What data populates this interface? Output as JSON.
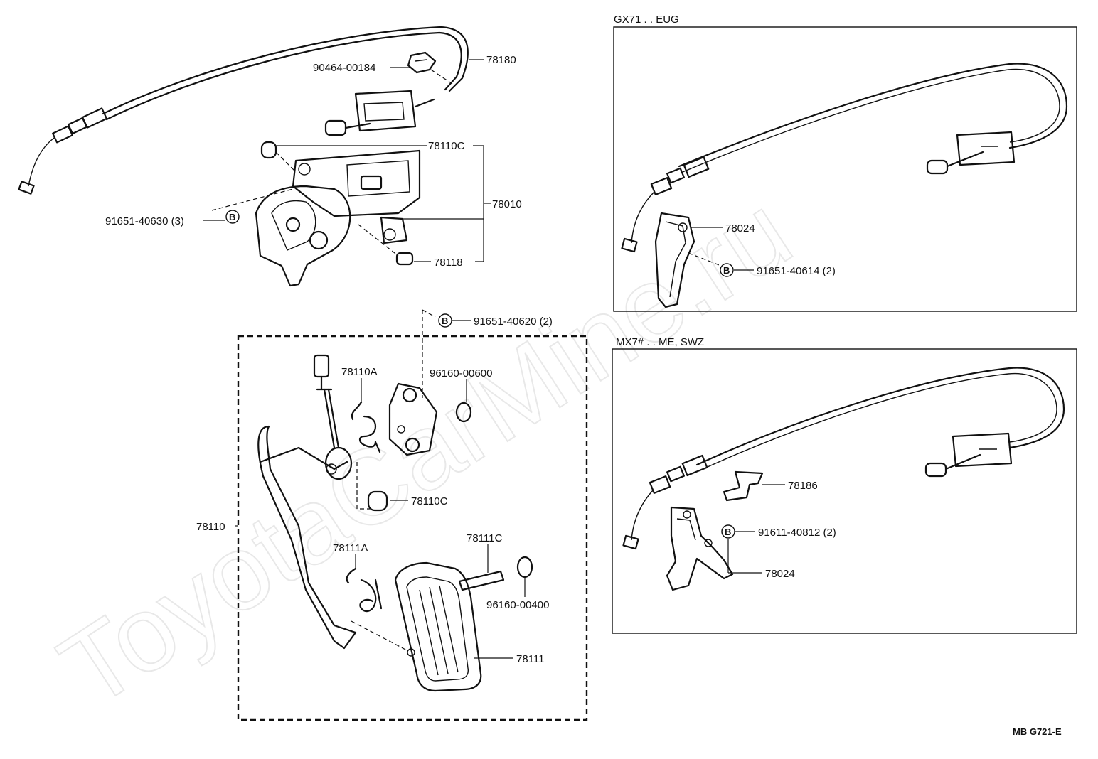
{
  "watermark": "ToyotaCarMine.ru",
  "reference_code": "MB G721-E",
  "insets": {
    "top": {
      "title": "GX71 . . EUG"
    },
    "bottom": {
      "title": "MX7# . . ME, SWZ"
    }
  },
  "labels": {
    "p78180": "78180",
    "p90464": "90464-00184",
    "p78110c_a": "78110C",
    "p78010": "78010",
    "p91651_40630": "91651-40630 (3)",
    "p78118": "78118",
    "p91651_40620": "91651-40620 (2)",
    "p78110a": "78110A",
    "p96160_00600": "96160-00600",
    "p78110c_b": "78110C",
    "p78110": "78110",
    "p78111a": "78111A",
    "p78111c": "78111C",
    "p96160_00400": "96160-00400",
    "p78111": "78111",
    "p78024_a": "78024",
    "p91651_40614": "91651-40614 (2)",
    "p78186": "78186",
    "p91611_40812": "91611-40812 (2)",
    "p78024_b": "78024"
  },
  "bolt_symbol": "B"
}
